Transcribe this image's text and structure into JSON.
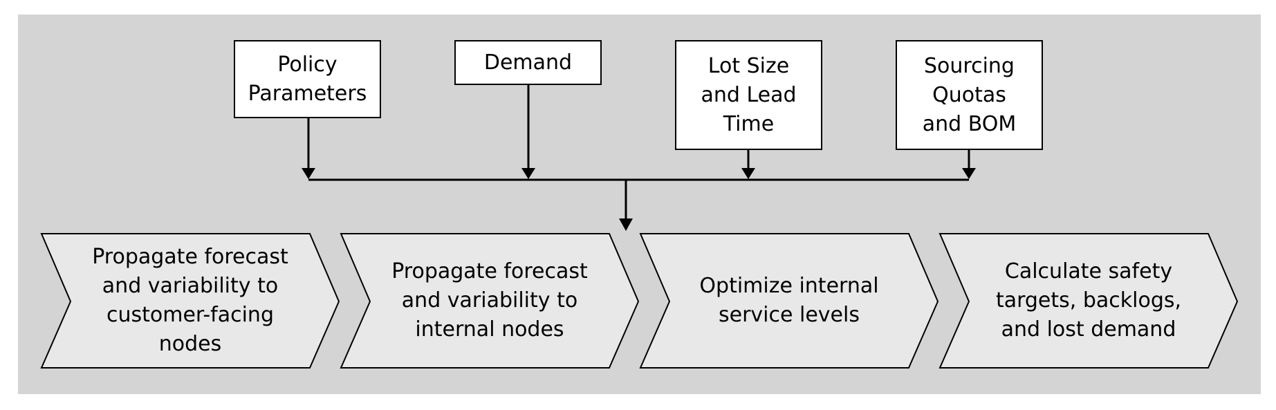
{
  "inputs": [
    {
      "id": "policy",
      "label": "Policy\nParameters"
    },
    {
      "id": "demand",
      "label": "Demand"
    },
    {
      "id": "lot-size",
      "label": "Lot Size\nand Lead\nTime"
    },
    {
      "id": "sourcing",
      "label": "Sourcing\nQuotas\nand BOM"
    }
  ],
  "steps": [
    {
      "label": "Propagate forecast\nand variability to\ncustomer-facing\nnodes"
    },
    {
      "label": "Propagate forecast\nand variability to\ninternal nodes"
    },
    {
      "label": "Optimize internal\nservice levels"
    },
    {
      "label": "Calculate safety\ntargets, backlogs,\nand lost demand"
    }
  ],
  "colors": {
    "panel": "#d4d4d4",
    "chevron_fill": "#e8e8e8",
    "stroke": "#000000"
  }
}
